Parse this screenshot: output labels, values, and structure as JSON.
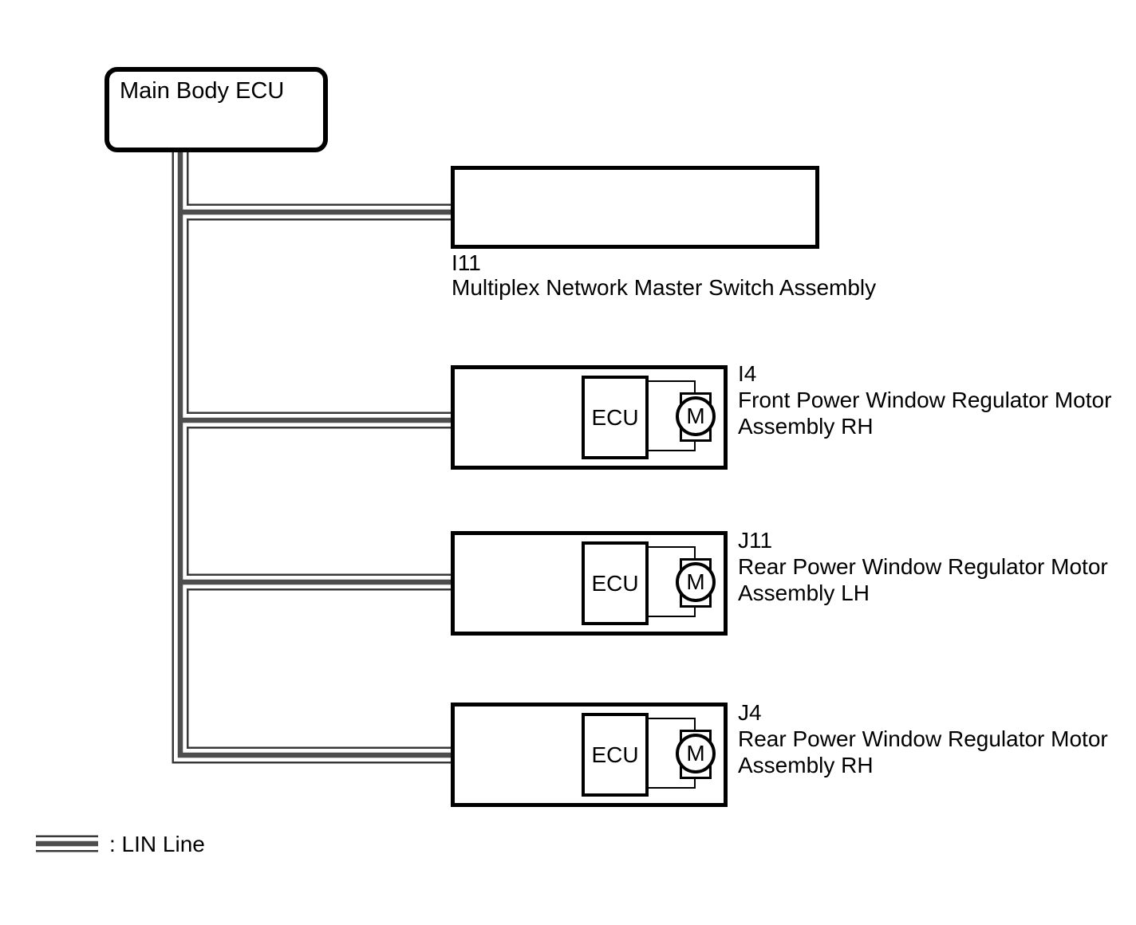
{
  "main_ecu": {
    "label": "Main Body ECU"
  },
  "nodes": [
    {
      "code": "I11",
      "name_line1": "Multiplex Network Master Switch Assembly"
    },
    {
      "code": "I4",
      "name_line1": "Front Power Window Regulator Motor",
      "name_line2": "Assembly RH"
    },
    {
      "code": "J11",
      "name_line1": "Rear Power Window Regulator Motor",
      "name_line2": "Assembly LH"
    },
    {
      "code": "J4",
      "name_line1": "Rear Power Window Regulator Motor",
      "name_line2": "Assembly RH"
    }
  ],
  "components": {
    "ecu_label": "ECU",
    "motor_label": "M"
  },
  "legend": {
    "label": ": LIN Line"
  },
  "colors": {
    "line_center_gray": "#4d4d4d",
    "line_edge_dark": "#383838",
    "outline_black": "#000000"
  }
}
